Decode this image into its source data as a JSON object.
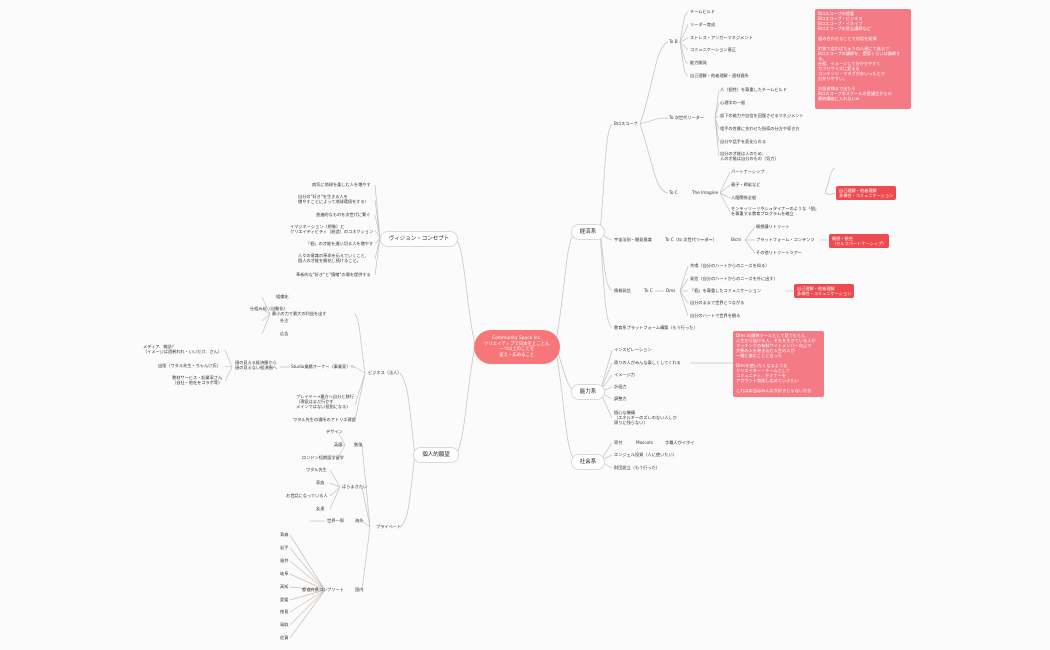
{
  "root": {
    "label": "Community Space Inc.\nクリエイティブで日本をとことん\n一つ以上のことを\n変え・広めること"
  },
  "branches": {
    "economy": "経済系",
    "ability": "能力系",
    "society": "社会系",
    "vision": "ヴィジョン・コンセプト",
    "personal": "個人的願望"
  },
  "economy": {
    "scope": "Bロスコープ",
    "to_b": "To B",
    "to_b_items": [
      "チームビルド",
      "リーダー育成",
      "ストレス・アンガーマネジメント",
      "コミュニケーション意正",
      "能力開発",
      "自己理解・他者理解・適材適所"
    ],
    "to_b_note": "Bロスコープの提要\nBロスコープ・ビジネス\nBロスコープ・イネイブ\nBロスコープの受な講師など\n\n組み合わせることで効用を発揮\n\n町狭で会わばちゅうの人達にて進まで\nBロスコープの講師を、提案くらいは講師する。\n仕組、イメージして分かりやすく\nカフセサイズに変える\nコンテンツ・マラブがあいったとか\n分かりやすい。\n\nお医者様まで出たら\nBロスコープのスクールの受講生からの\n最終講座に入れないw",
    "next_leader": "To 次世代リーダー",
    "next_leader_items": [
      "人（個性）を尊重したチームビルド",
      "心理学の一般",
      "部下の能力や自信を回復させるマネジメント",
      "相手の性質に合わせた指導の仕方や導き方",
      "自分や話手を変化られる",
      "自分の才能は人のため、\n人の才能は自分のもの（気力）"
    ],
    "to_c": "To C",
    "imagine": "The Imagine",
    "imagine_items": [
      "パートナーシップ",
      "親子・師弟など",
      "人間関係全般",
      "モンテッソーリやシュタイナーのような「個」\nを尊重する教育プログラムを確立"
    ],
    "imagine_note": "自己理解・他者理解\n多様性・コミュニケーション",
    "uchu": "宇宙法則・開発意識",
    "to_c_next": "To C（to 次世代リーダー）",
    "bichi": "Bichi",
    "bichi_items": [
      "瞑想講リトリート",
      "プラットフォーム・コンテンツ",
      "その他リトリートツアー"
    ],
    "bichi_note": "瞑想・統合\n（セルフパートナーシップ）",
    "jouhou": "情報発信",
    "to_c2": "To C",
    "dms": "Dms",
    "dms_items": [
      "共鳴（自分のハートからのニーズを知る）",
      "発信（自分のハートからのニーズを外に出す）",
      "「個」を尊重したコミュニケーション",
      "自分のままで世界とつながる",
      "自分のハートで世界を観る"
    ],
    "dms_note": "自己理解・他者理解\n多様性・コミュニケーション",
    "platform": "教育系プラットフォーム構築（もう行った）"
  },
  "ability": {
    "items": [
      "インスピレーション",
      "周りの人がみんな楽しくしてくれる",
      "イメージ力",
      "計画力",
      "調整力",
      "個心な機構\n（エネルギーのズレのない人しか\n周りに残らない）"
    ],
    "note": "Dms の通称ツールとして見てもらえ、\n人生から抜ける人、それを生きている人が\nマッチングの有料サイトメンバー向上で\n大勢の人を巻き込む人生の人が\n一緒に進むことになった\n\nDmsを使いたくなるような\nクリエイター・チームとして\nコミュニティ、セミナーを\nアカウント育成し広めていきたい\n\nこれは本当はみんな大好きじゃないかな",
    "note_label": "Dms\nの通称ツール"
  },
  "society": {
    "items_row1": [
      "寄付",
      "Mascots",
      "字幕人がイホイ"
    ],
    "item2": "エンジェル投資（人に使いたい）",
    "item3": "財団設立（もう行った）"
  },
  "vision": {
    "items": [
      "病気に地球を楽しむ人を増やす",
      "自分の\"好き\"を生きる人を\n増やすことによって地球環境をする！",
      "普遍的なものを次世代に繋ぐ",
      "イマジネーション（想像）と\nクリエイティビティ（創造）のコネクション",
      "「個」の才能を違い切る人を増やす",
      "人々の意識の革命を伝えていくこと、\n個人の才能を開花し続けること。",
      "革新的な\"好き\"と\"情緒\"の場を提供する"
    ]
  },
  "personal": {
    "business": "ビジネス（法人）",
    "biz_a": "最小の力で最大の利益を出す",
    "biz_a_items": [
      "組織化",
      "仕組み化（自動化）",
      "外注",
      "広告"
    ],
    "biz_b": "Studio業績オーナー（事業家）へ",
    "biz_b_items": [
      "顔の見える経済圏から\n顔の見えない経済圏へ"
    ],
    "biz_b_sub1": "出版（ワタル先生・ちゃんけ氏）",
    "biz_b_sub1b": "メディア、雑誌？\n（イメージは過剰われ・いいだけ、さん）",
    "biz_b_sub2": "教材サービス・起業家さん\n（自社・他社をコラボ等）",
    "biz_c": "プレイヤー→裏方へ自分と移行\n（現役はまだ行かず\nメインではない役割になる）",
    "biz_d": "ワタル先生の場所のアトリエ建設",
    "private": "プライベート",
    "study": "勉強",
    "design": "デザイン",
    "english": "英語",
    "london": "ロンドン短期語学留学",
    "thanks": "ばらまきたい",
    "thanks_items": [
      "ワタル先生",
      "家族",
      "お世話になっている人",
      "友達"
    ],
    "overseas": "海外",
    "world": "世界一周",
    "domestic": "国内",
    "todofuken": "都道府県コンプリート",
    "prefs": [
      "青森",
      "岩手",
      "福井",
      "岐阜",
      "高知",
      "愛媛",
      "徳島",
      "鳥取",
      "佐賀"
    ]
  },
  "colors": {
    "accent": "#f7767a",
    "pink_box": "#f47b86",
    "red_box": "#ee4b50",
    "line": "#c9c0b8"
  }
}
